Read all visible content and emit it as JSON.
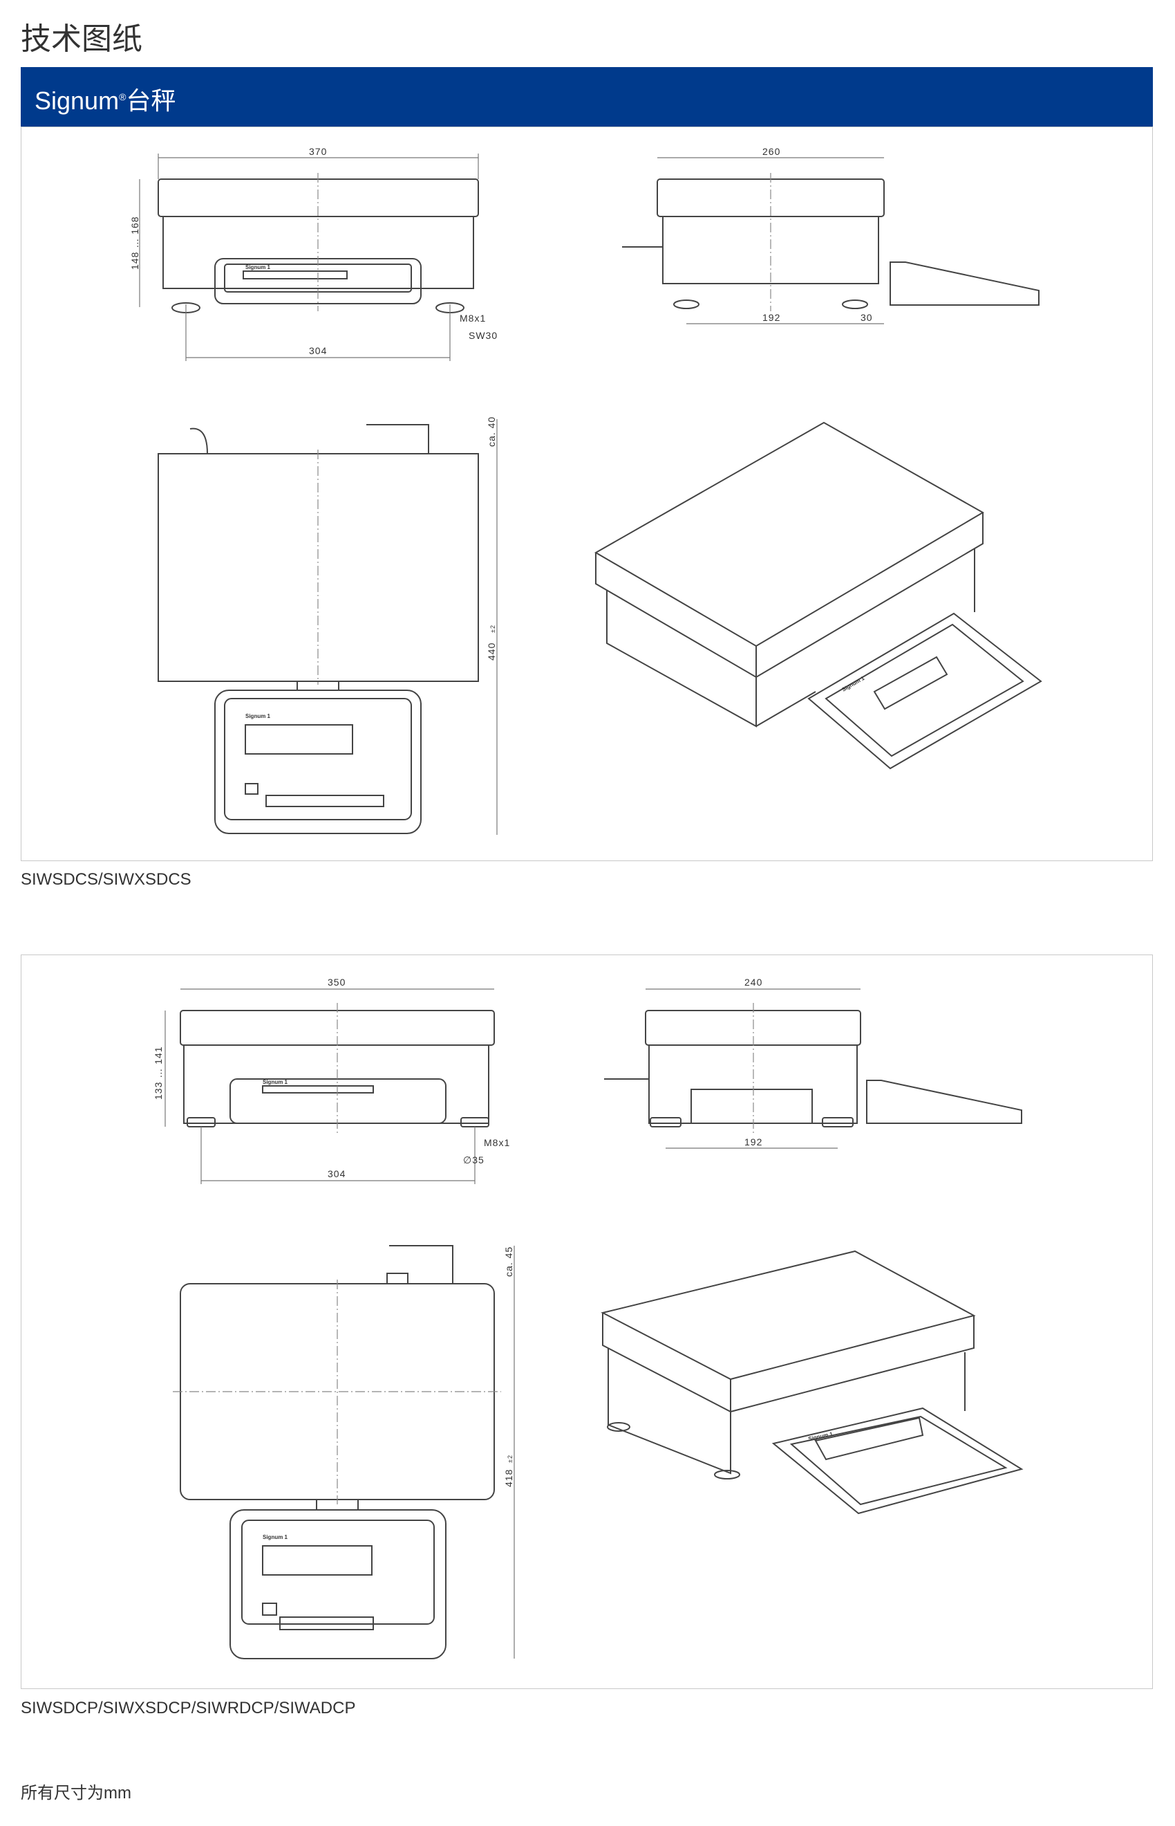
{
  "page_title": "技术图纸",
  "section": {
    "title": "Signum",
    "reg": "®",
    "title_suffix": "台秤",
    "color": "#003a8c"
  },
  "drawings": [
    {
      "caption": "SIWSDCS/SIWXSDCS",
      "front": {
        "width": "370",
        "height": "148 … 168",
        "foot_span": "304",
        "thread": "M8x1",
        "wrench": "SW30"
      },
      "side": {
        "depth": "260",
        "foot_span": "192",
        "offset": "30"
      },
      "top": {
        "cable": "ca. 40",
        "length": "440",
        "tol": "±2"
      },
      "display_label": "Signum 1"
    },
    {
      "caption": "SIWSDCP/SIWXSDCP/SIWRDCP/SIWADCP",
      "front": {
        "width": "350",
        "height": "133 … 141",
        "foot_span": "304",
        "thread": "M8x1",
        "foot_dia": "∅35"
      },
      "side": {
        "depth": "240",
        "foot_span": "192"
      },
      "top": {
        "cable": "ca. 45",
        "length": "418",
        "tol": "±2"
      },
      "display_label": "Signum 1"
    }
  ],
  "footer_note": "所有尺寸为mm"
}
